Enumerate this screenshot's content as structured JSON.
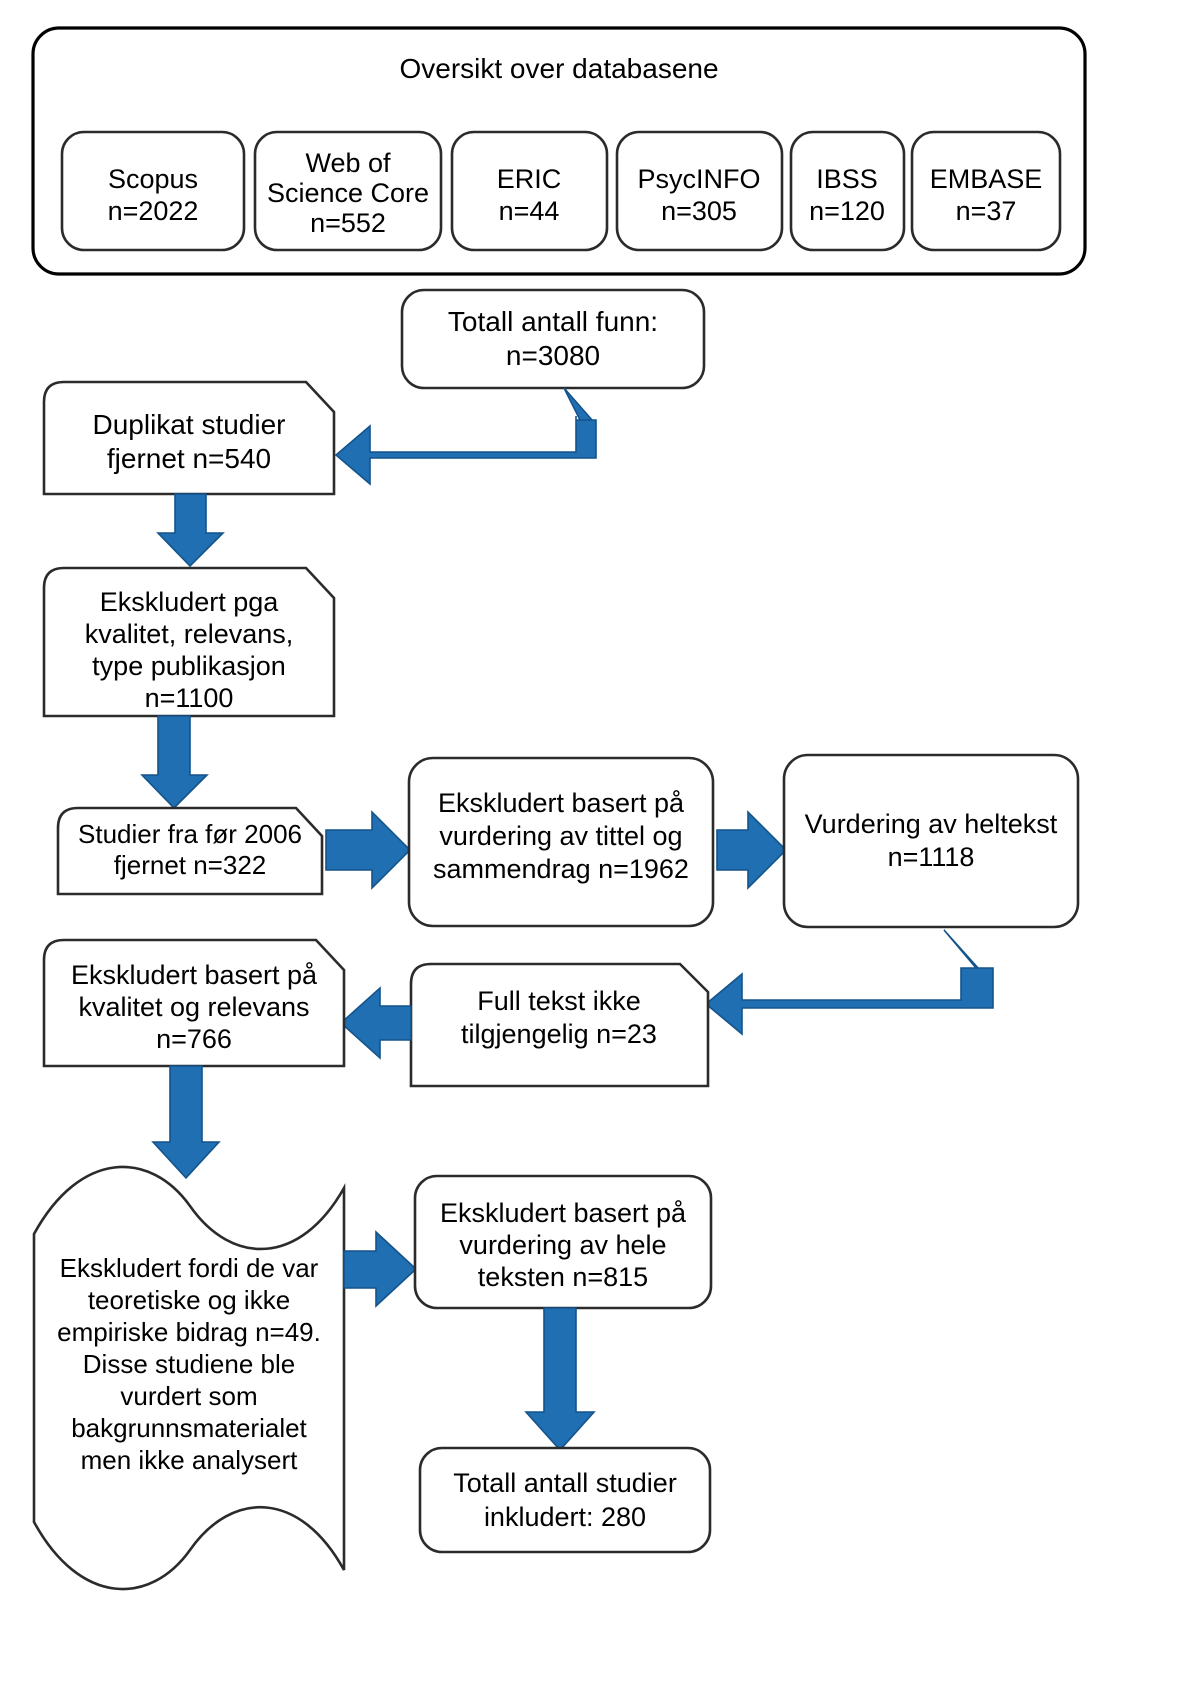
{
  "diagram": {
    "title": "PRISMA-style litteratursøk flytskjema",
    "accent_color": "#1F6FB2",
    "border_color": "#2b2b2b",
    "background": "#ffffff"
  },
  "databases_panel": {
    "heading": "Oversikt over databasene",
    "items": [
      {
        "name": "Scopus",
        "count": "n=2022",
        "lines": [
          "Scopus",
          "n=2022"
        ]
      },
      {
        "name": "Web of Science Core",
        "count": "n=552",
        "lines": [
          "Web of",
          "Science Core",
          "n=552"
        ]
      },
      {
        "name": "ERIC",
        "count": "n=44",
        "lines": [
          "ERIC",
          "n=44"
        ]
      },
      {
        "name": "PsycINFO",
        "count": "n=305",
        "lines": [
          "PsycINFO",
          "n=305"
        ]
      },
      {
        "name": "IBSS",
        "count": "n=120",
        "lines": [
          "IBSS",
          "n=120"
        ]
      },
      {
        "name": "EMBASE",
        "count": "n=37",
        "lines": [
          "EMBASE",
          "n=37"
        ]
      }
    ]
  },
  "nodes": {
    "total_found": {
      "lines": [
        "Totall antall funn:",
        "n=3080"
      ],
      "shape": "rounded-rect"
    },
    "duplicates_removed": {
      "lines": [
        "Duplikat studier",
        "fjernet n=540"
      ],
      "shape": "folded-corner"
    },
    "excluded_quality": {
      "lines": [
        "Ekskludert pga",
        "kvalitet, relevans,",
        "type publikasjon",
        "n=1100"
      ],
      "shape": "folded-corner"
    },
    "pre2006_removed": {
      "lines": [
        "Studier fra før 2006",
        "fjernet n=322"
      ],
      "shape": "folded-corner"
    },
    "excluded_title_abstract": {
      "lines": [
        "Ekskludert basert på",
        "vurdering av tittel og",
        "sammendrag n=1962"
      ],
      "shape": "rounded-rect"
    },
    "fulltext_assessment": {
      "lines": [
        "Vurdering av heltekst",
        "n=1118"
      ],
      "shape": "rounded-rect"
    },
    "fulltext_unavailable": {
      "lines": [
        "Full tekst ikke",
        "tilgjengelig n=23"
      ],
      "shape": "folded-corner"
    },
    "excluded_quality_relevance": {
      "lines": [
        "Ekskludert basert på",
        "kvalitet og relevans",
        "n=766"
      ],
      "shape": "folded-corner"
    },
    "excluded_theoretical": {
      "lines": [
        "Ekskludert fordi de var",
        "teoretiske og ikke",
        "empiriske bidrag n=49.",
        "Disse studiene ble",
        "vurdert som",
        "bakgrunnsmaterialet",
        "men ikke analysert"
      ],
      "shape": "document-wave"
    },
    "excluded_full_text": {
      "lines": [
        "Ekskludert basert på",
        "vurdering av hele",
        "teksten n=815"
      ],
      "shape": "rounded-rect"
    },
    "total_included": {
      "lines": [
        "Totall antall studier",
        "inkludert: 280"
      ],
      "shape": "rounded-rect"
    }
  },
  "connectors": [
    {
      "id": "total-to-duplicates",
      "kind": "elbow-up-left",
      "from": "total_found",
      "to": "duplicates_removed"
    },
    {
      "id": "duplicates-to-excluded-quality",
      "kind": "arrow-down",
      "from": "duplicates_removed",
      "to": "excluded_quality"
    },
    {
      "id": "excluded-quality-to-pre2006",
      "kind": "arrow-down",
      "from": "excluded_quality",
      "to": "pre2006_removed"
    },
    {
      "id": "pre2006-to-title-abstract",
      "kind": "arrow-right",
      "from": "pre2006_removed",
      "to": "excluded_title_abstract"
    },
    {
      "id": "title-abstract-to-fulltext",
      "kind": "arrow-right",
      "from": "excluded_title_abstract",
      "to": "fulltext_assessment"
    },
    {
      "id": "fulltext-to-unavailable",
      "kind": "elbow-up-left",
      "from": "fulltext_assessment",
      "to": "fulltext_unavailable"
    },
    {
      "id": "unavailable-to-quality-relevance",
      "kind": "arrow-left",
      "from": "fulltext_unavailable",
      "to": "excluded_quality_relevance"
    },
    {
      "id": "quality-relevance-to-theoretical",
      "kind": "arrow-down",
      "from": "excluded_quality_relevance",
      "to": "excluded_theoretical"
    },
    {
      "id": "theoretical-to-full-text-excluded",
      "kind": "arrow-right",
      "from": "excluded_theoretical",
      "to": "excluded_full_text"
    },
    {
      "id": "full-text-excluded-to-included",
      "kind": "arrow-down",
      "from": "excluded_full_text",
      "to": "total_included"
    }
  ]
}
